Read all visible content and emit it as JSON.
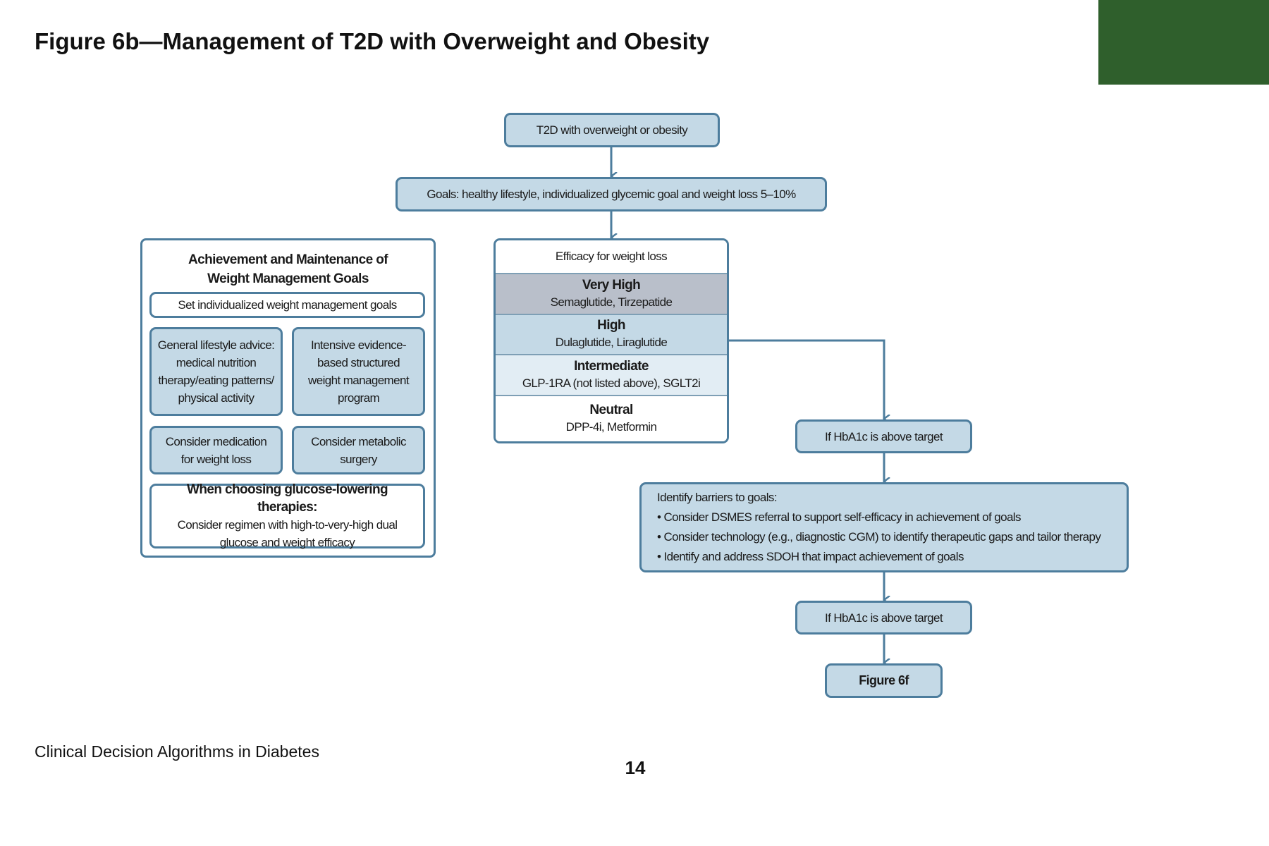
{
  "title": "Figure 6b—Management of T2D with Overweight and Obesity",
  "colors": {
    "brand_green": "#2f5f2c",
    "box_fill": "#c4d9e6",
    "box_border": "#4d7d9d",
    "very_high_fill": "#b9bfca",
    "intermediate_fill": "#e2edf4"
  },
  "flow": {
    "start": "T2D with overweight or obesity",
    "goals": "Goals: healthy lifestyle, individualized glycemic goal and weight loss 5–10%",
    "efficacy": {
      "header": "Efficacy for weight loss",
      "levels": [
        {
          "label": "Very High",
          "drugs": "Semaglutide, Tirzepatide"
        },
        {
          "label": "High",
          "drugs": "Dulaglutide, Liraglutide"
        },
        {
          "label": "Intermediate",
          "drugs": "GLP-1RA (not listed above), SGLT2i"
        },
        {
          "label": "Neutral",
          "drugs": "DPP-4i, Metformin"
        }
      ]
    },
    "hba1c_1": "If HbA1c is above target",
    "barriers": {
      "heading": "Identify barriers to goals:",
      "items": [
        "• Consider DSMES referral to support self-efficacy in achievement of goals",
        "• Consider technology (e.g., diagnostic CGM) to identify therapeutic gaps and tailor therapy",
        "• Identify and address SDOH that impact achievement of goals"
      ]
    },
    "hba1c_2": "If HbA1c is above target",
    "next": "Figure 6f"
  },
  "weight_panel": {
    "title_line1": "Achievement and Maintenance of",
    "title_line2": "Weight Management Goals",
    "set_goals": "Set individualized weight management goals",
    "lifestyle": "General lifestyle advice: medical nutrition therapy/eating patterns/ physical activity",
    "intensive": "Intensive evidence-based structured weight management program",
    "medication": "Consider medication for weight loss",
    "surgery": "Consider metabolic surgery",
    "choosing_heading": "When choosing glucose-lowering therapies:",
    "choosing_text": "Consider regimen with high-to-very-high dual glucose and weight efficacy"
  },
  "footer": {
    "source": "Clinical Decision Algorithms in Diabetes",
    "page_number": "14"
  }
}
